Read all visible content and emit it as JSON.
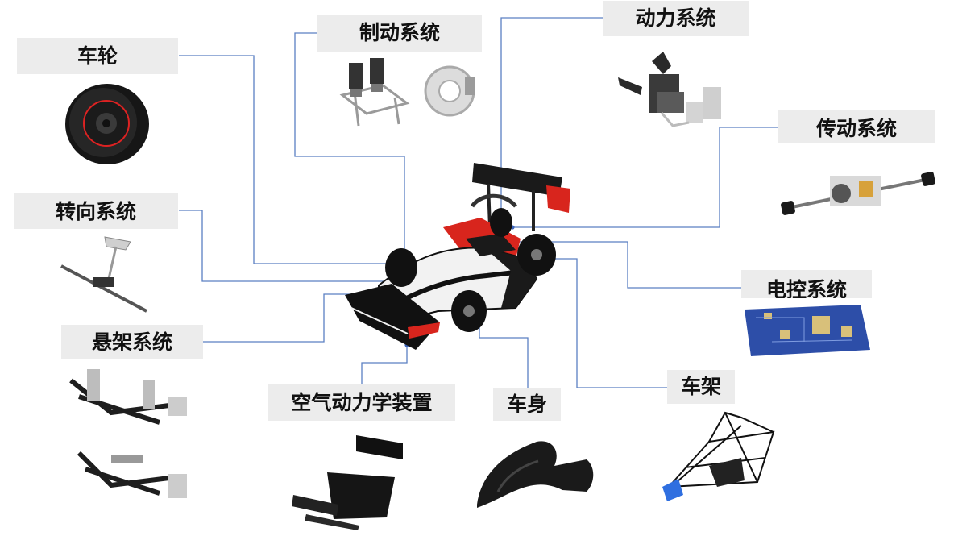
{
  "diagram": {
    "nodes": [
      {
        "id": "wheel",
        "label": "车轮",
        "icon": "wheel-icon"
      },
      {
        "id": "brake",
        "label": "制动系统",
        "icon": "brake-system-icon"
      },
      {
        "id": "power",
        "label": "动力系统",
        "icon": "powertrain-engine-icon"
      },
      {
        "id": "transmission",
        "label": "传动系统",
        "icon": "drive-shaft-icon"
      },
      {
        "id": "steering",
        "label": "转向系统",
        "icon": "steering-column-icon"
      },
      {
        "id": "electronics",
        "label": "电控系统",
        "icon": "circuit-board-icon"
      },
      {
        "id": "suspension",
        "label": "悬架系统",
        "icon": "suspension-assembly-icon"
      },
      {
        "id": "aero",
        "label": "空气动力学装置",
        "icon": "aero-wing-icon"
      },
      {
        "id": "body",
        "label": "车身",
        "icon": "body-shell-icon"
      },
      {
        "id": "frame",
        "label": "车架",
        "icon": "tube-frame-icon"
      }
    ],
    "center": {
      "icon": "formula-race-car-icon"
    },
    "colors": {
      "label_bg": "#ececec",
      "leader_line": "#5b7fc2",
      "car_red": "#d8251d",
      "frame_accent": "#2f6fe0",
      "pcb": "#2d4ea8"
    }
  }
}
